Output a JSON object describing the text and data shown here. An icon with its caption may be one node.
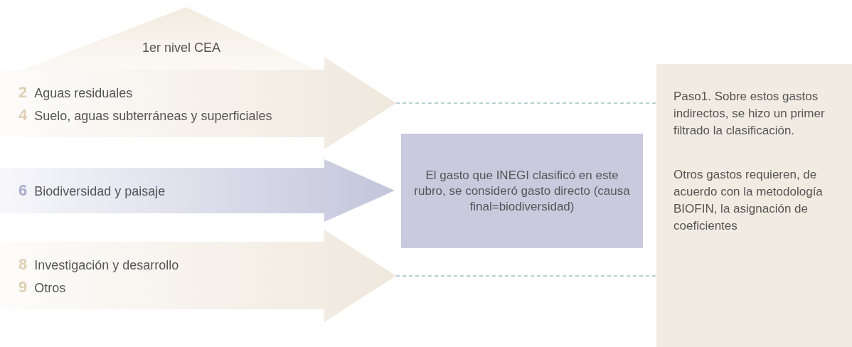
{
  "diagram": {
    "nodes": [
      {
        "text": [
          "1er nivel CEA"
        ]
      },
      {
        "text": [
          "2",
          "Aguas residuales",
          "4",
          "Suelo, aguas subterráneas y superficiales"
        ]
      },
      {
        "text": [
          "6",
          "Biodiversidad y paisaje"
        ]
      },
      {
        "text": [
          "El gasto que INEGI clasificó en este rubro, se consideró gasto directo (causa final=biodiversidad)"
        ]
      },
      {
        "text": [
          "8",
          "Investigación y desarrollo",
          "9",
          "Otros"
        ]
      },
      {
        "text": [
          "Paso1. Sobre estos gastos indirectos, se hizo un primer filtrado la clasificación.",
          "Otros gastos requieren, de acuerdo con la metodología BIOFIN, la asignación de coeficientes"
        ]
      }
    ],
    "edges": [
      {
        "from": 1,
        "to": 5,
        "arrow": "none",
        "style": "dashed"
      },
      {
        "from": 4,
        "to": 5,
        "arrow": "none",
        "style": "dashed"
      }
    ]
  }
}
